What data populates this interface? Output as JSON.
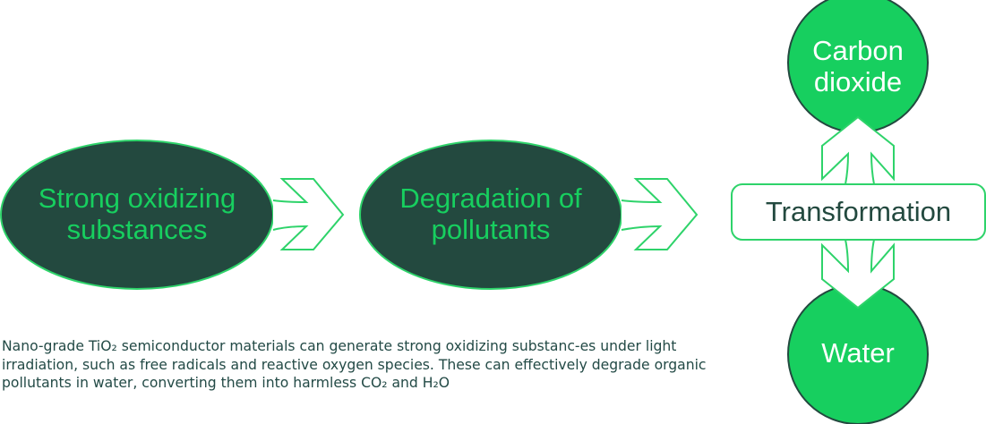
{
  "nodes": {
    "oxidizing": "Strong oxidizing substances",
    "degradation": "Degradation of pollutants",
    "transformation": "Transformation",
    "carbon_dioxide": "Carbon dioxide",
    "water": "Water"
  },
  "description": "Nano-grade TiO₂ semiconductor materials can generate strong oxidizing substanc-es under light irradiation, such as free radicals and reactive oxygen species. These can effectively degrade organic pollutants in water, converting them into harmless CO₂ and H₂O",
  "colors": {
    "dark": "#23493f",
    "green": "#17cf5f",
    "outline": "#2ed36a"
  }
}
